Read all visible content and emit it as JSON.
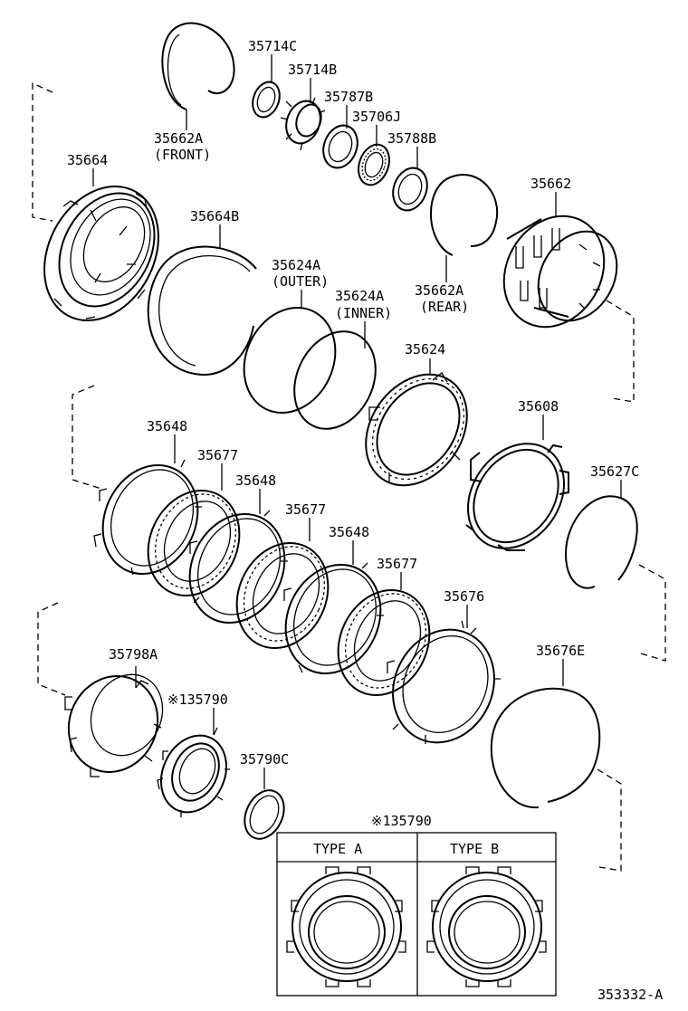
{
  "labels": {
    "p35714C": "35714C",
    "p35714B": "35714B",
    "p35787B": "35787B",
    "p35706J": "35706J",
    "p35788B": "35788B",
    "p35662A_front": "35662A",
    "front": "(FRONT)",
    "p35664": "35664",
    "p35664B": "35664B",
    "p35624A_outer": "35624A",
    "outer": "(OUTER)",
    "p35624A_inner": "35624A",
    "inner": "(INNER)",
    "p35662A_rear": "35662A",
    "rear": "(REAR)",
    "p35662": "35662",
    "p35624": "35624",
    "p35608": "35608",
    "p35627C": "35627C",
    "p35648_1": "35648",
    "p35677_1": "35677",
    "p35648_2": "35648",
    "p35677_2": "35677",
    "p35648_3": "35648",
    "p35677_3": "35677",
    "p35676": "35676",
    "p35798A": "35798A",
    "p135790": "※135790",
    "p35676E": "35676E",
    "p35790C": "35790C",
    "inset_title": "※135790",
    "type_a": "TYPE A",
    "type_b": "TYPE B",
    "drawing_id": "353332-A"
  }
}
